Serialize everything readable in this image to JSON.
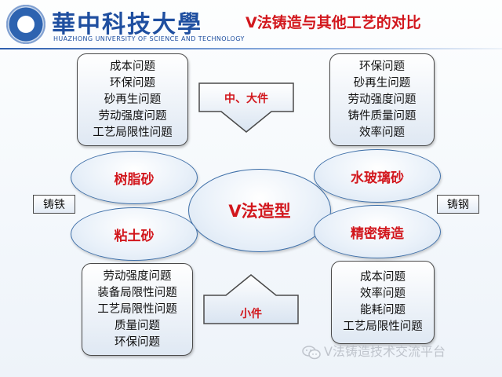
{
  "header": {
    "university_name": "華中科技大學",
    "university_name_en": "HUAZHONG UNIVERSITY OF SCIENCE AND TECHNOLOGY",
    "slide_title": "V法铸造与其他工艺的对比",
    "logo_icon": "university-seal-icon"
  },
  "colors": {
    "title_red": "#d2171d",
    "brand_blue": "#1f4fa0"
  },
  "diagram": {
    "center": "V法造型",
    "ovals": {
      "resin_sand": "树脂砂",
      "clay_sand": "粘土砂",
      "water_glass_sand": "水玻璃砂",
      "investment_casting": "精密铸造"
    },
    "side_tags": {
      "left": "铸铁",
      "right": "铸钢"
    },
    "arrows": {
      "top": "中、大件",
      "bottom": "小件"
    },
    "boxes": {
      "top_left": [
        "成本问题",
        "环保问题",
        "砂再生问题",
        "劳动强度问题",
        "工艺局限性问题"
      ],
      "top_right": [
        "环保问题",
        "砂再生问题",
        "劳动强度问题",
        "铸件质量问题",
        "效率问题"
      ],
      "bottom_left": [
        "劳动强度问题",
        "装备局限性问题",
        "工艺局限性问题",
        "质量问题",
        "环保问题"
      ],
      "bottom_right": [
        "成本问题",
        "效率问题",
        "能耗问题",
        "工艺局限性问题"
      ]
    }
  },
  "watermark": {
    "text": "V法铸造技术交流平台",
    "icon": "wechat-icon"
  }
}
